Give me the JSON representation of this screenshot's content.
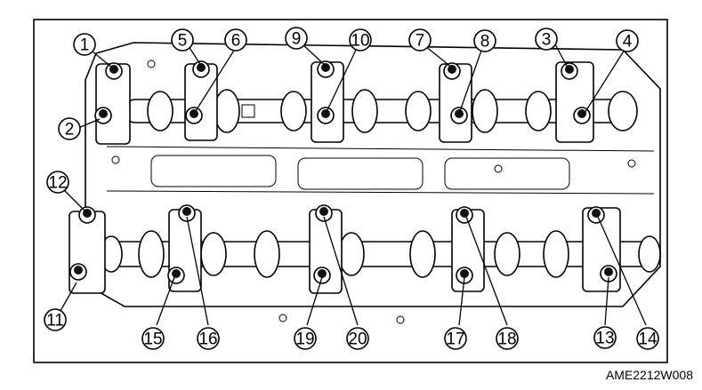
{
  "figure": {
    "code": "AME2212W008",
    "callouts": [
      {
        "id": "1"
      },
      {
        "id": "2"
      },
      {
        "id": "3"
      },
      {
        "id": "4"
      },
      {
        "id": "5"
      },
      {
        "id": "6"
      },
      {
        "id": "7"
      },
      {
        "id": "8"
      },
      {
        "id": "9"
      },
      {
        "id": "10"
      },
      {
        "id": "11"
      },
      {
        "id": "12"
      },
      {
        "id": "13"
      },
      {
        "id": "14"
      },
      {
        "id": "15"
      },
      {
        "id": "16"
      },
      {
        "id": "17"
      },
      {
        "id": "18"
      },
      {
        "id": "19"
      },
      {
        "id": "20"
      }
    ]
  }
}
